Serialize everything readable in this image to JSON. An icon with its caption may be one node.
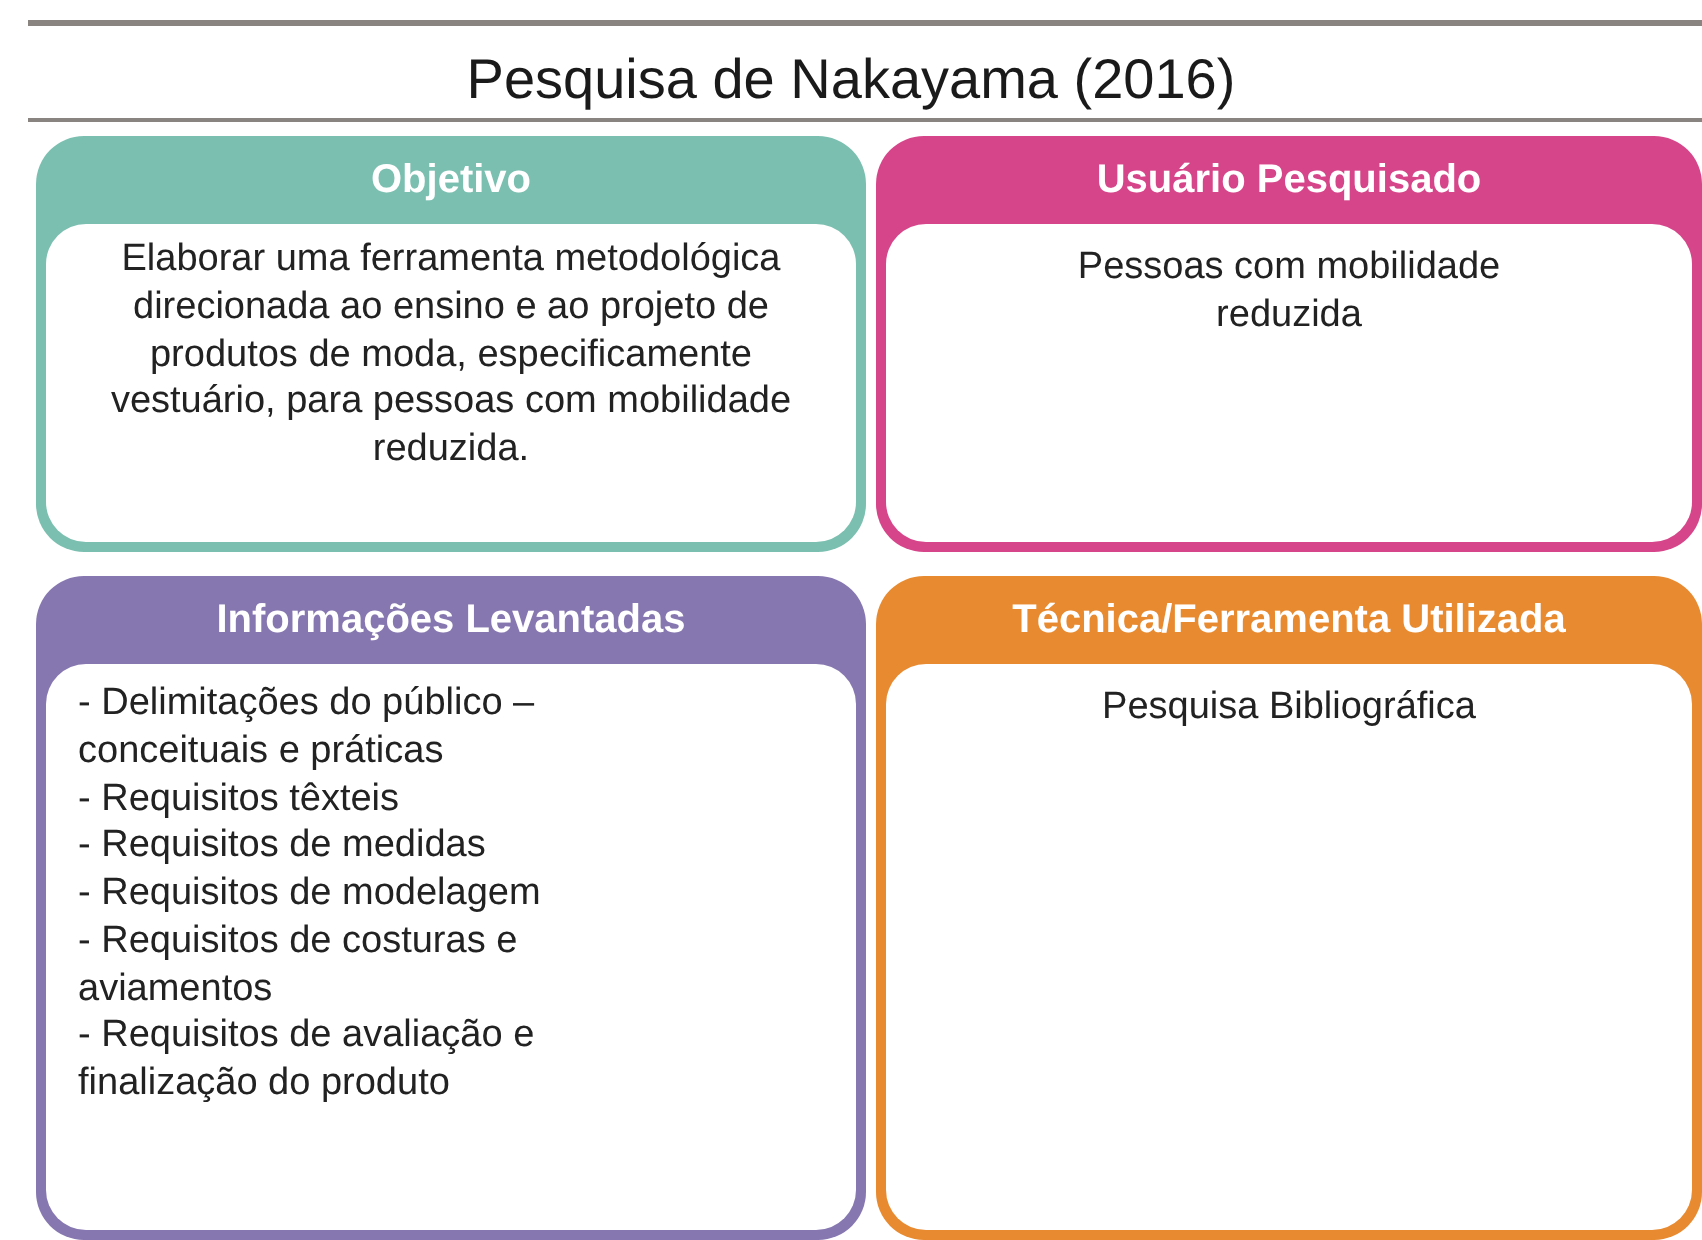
{
  "diagram": {
    "title": "Pesquisa de Nakayama (2016)",
    "nodes": [
      {
        "text": [
          "Objetivo",
          "Elaborar uma ferramenta metodológica direcionada ao ensino e ao projeto de produtos de moda, especificamente vestuário, para pessoas com mobilidade reduzida."
        ]
      },
      {
        "text": [
          "Usuário Pesquisado",
          "Pessoas com mobilidade reduzida"
        ]
      },
      {
        "text": [
          "Informações Levantadas",
          "- Delimitações do público – conceituais e práticas",
          "- Requisitos têxteis",
          "- Requisitos de medidas",
          "- Requisitos de modelagem",
          "- Requisitos de costuras e aviamentos",
          "- Requisitos de avaliação e finalização do produto"
        ]
      },
      {
        "text": [
          "Técnica/Ferramenta Utilizada",
          "Pesquisa Bibliográfica"
        ]
      }
    ]
  }
}
